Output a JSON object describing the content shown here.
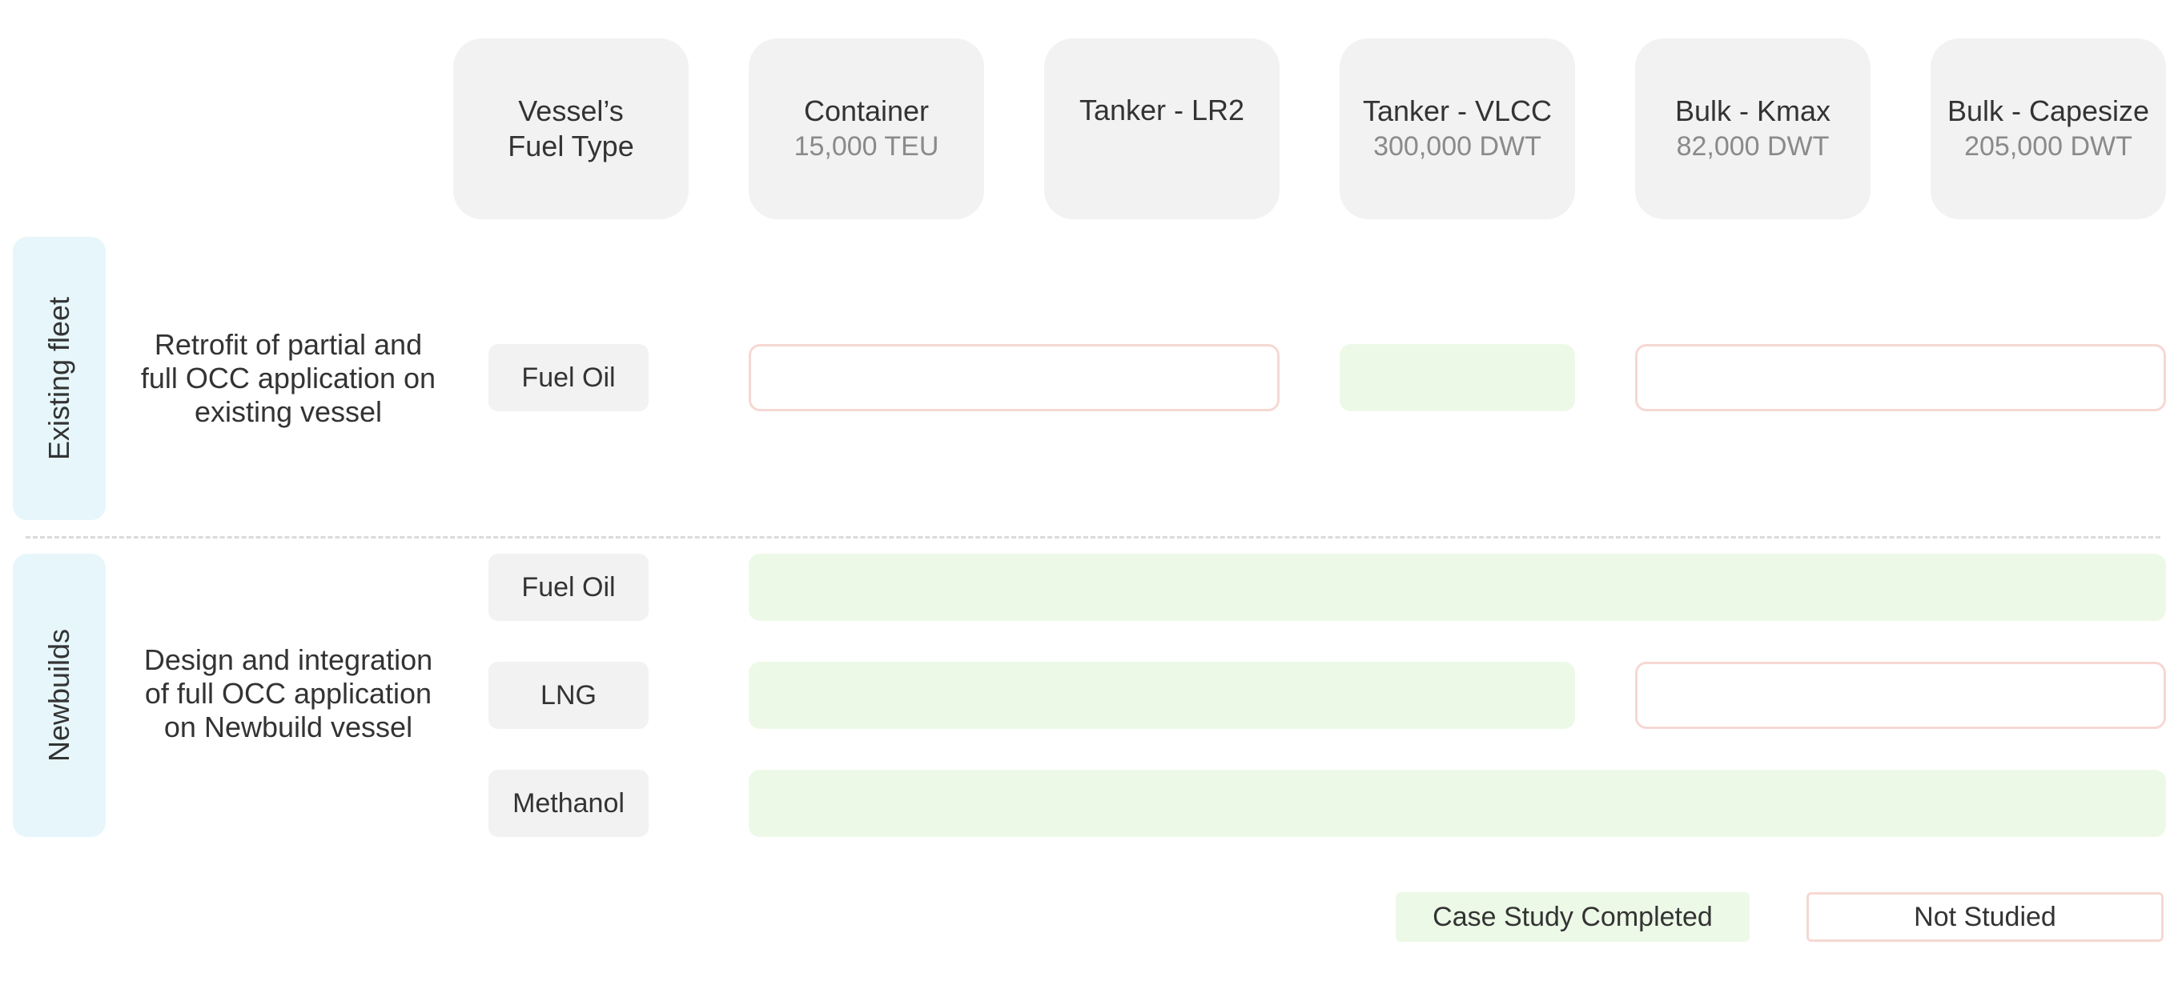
{
  "header_fuel_type": "Vessel’s\nFuel Type",
  "columns": [
    {
      "name": "Container",
      "size": "15,000 TEU"
    },
    {
      "name": "Tanker - LR2",
      "size": ""
    },
    {
      "name": "Tanker - VLCC",
      "size": "300,000 DWT"
    },
    {
      "name": "Bulk - Kmax",
      "size": "82,000 DWT"
    },
    {
      "name": "Bulk - Capesize",
      "size": "205,000 DWT"
    }
  ],
  "groups": {
    "existing": {
      "label": "Existing fleet",
      "description": [
        "Retrofit of partial and",
        "full OCC application on",
        "existing vessel"
      ],
      "fuels": [
        "Fuel Oil"
      ]
    },
    "newbuilds": {
      "label": "Newbuilds",
      "description": [
        "Design and integration",
        "of full OCC application",
        "on Newbuild vessel"
      ],
      "fuels": [
        "Fuel Oil",
        "LNG",
        "Methanol"
      ]
    }
  },
  "status_matrix": {
    "existing_fuel_oil": [
      "Not Studied",
      "Not Studied",
      "Case Study Completed",
      "Not Studied",
      "Not Studied"
    ],
    "newbuild_fuel_oil": [
      "Case Study Completed",
      "Case Study Completed",
      "Case Study Completed",
      "Case Study Completed",
      "Case Study Completed"
    ],
    "newbuild_lng": [
      "Case Study Completed",
      "Case Study Completed",
      "Case Study Completed",
      "Not Studied",
      "Not Studied"
    ],
    "newbuild_methanol": [
      "Case Study Completed",
      "Case Study Completed",
      "Case Study Completed",
      "Case Study Completed",
      "Case Study Completed"
    ]
  },
  "legend": {
    "completed": "Case Study Completed",
    "not_studied": "Not Studied"
  },
  "colors": {
    "completed": "#edf9e7",
    "not_studied_border": "#f6d8d2",
    "header_bg": "#f2f2f2",
    "group_bg": "#e6f6fb"
  }
}
